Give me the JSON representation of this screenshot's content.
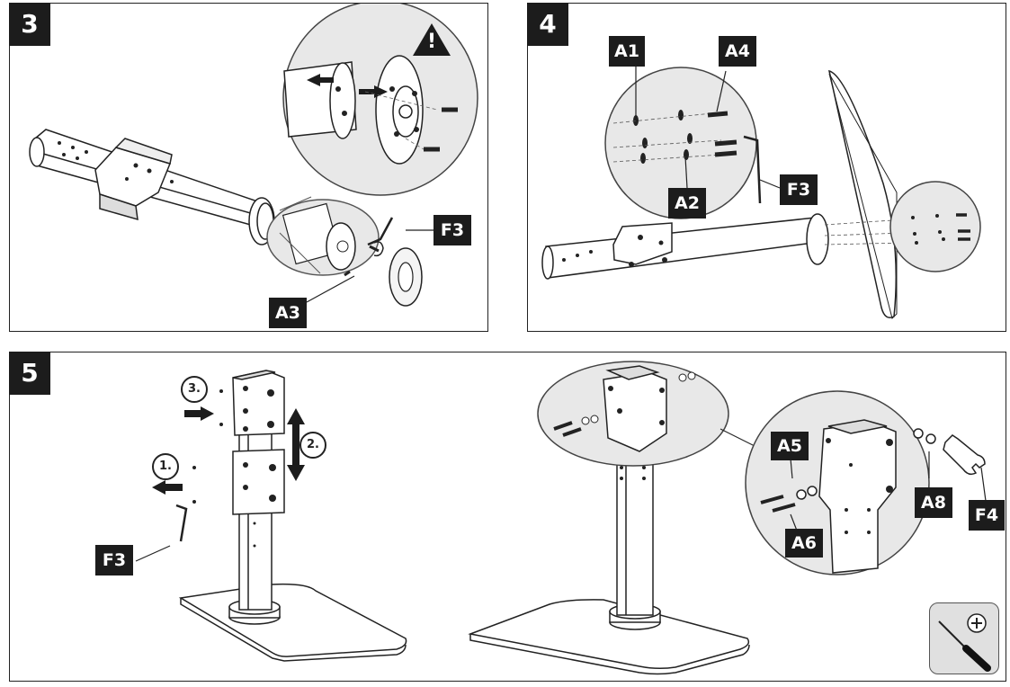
{
  "steps": [
    "3",
    "4",
    "5"
  ],
  "labels": {
    "s3_f3": "F3",
    "s3_a3": "A3",
    "s4_a1": "A1",
    "s4_a4": "A4",
    "s4_a2": "A2",
    "s4_f3": "F3",
    "s5_f3": "F3",
    "s5_a5": "A5",
    "s5_a6": "A6",
    "s5_a8": "A8",
    "s5_f4": "F4"
  },
  "numbered_steps": [
    "1.",
    "2.",
    "3."
  ],
  "warning_symbol": "!",
  "icons": {
    "warning": "warning-triangle-icon",
    "tool": "phillips-screwdriver-icon"
  }
}
